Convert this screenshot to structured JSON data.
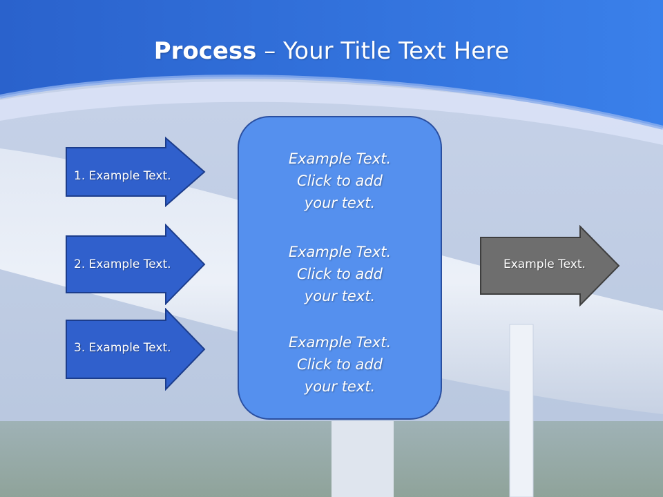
{
  "title": {
    "bold": "Process",
    "rest": " – Your Title Text Here"
  },
  "left_arrows": [
    {
      "label": "1. Example Text."
    },
    {
      "label": "2. Example Text."
    },
    {
      "label": "3. Example Text."
    }
  ],
  "center_box": {
    "blocks": [
      {
        "lines": [
          "Example Text.",
          "Click  to add",
          "your text."
        ]
      },
      {
        "lines": [
          "Example Text.",
          "Click  to add",
          "your text."
        ]
      },
      {
        "lines": [
          "Example Text.",
          "Click  to add",
          "your text."
        ]
      }
    ]
  },
  "right_arrow": {
    "label": "Example Text."
  },
  "colors": {
    "header_blue": "#2e6ad6",
    "arrow_blue": "#3060cc",
    "arrow_border": "#1c3d8c",
    "box_blue": "#5590ee",
    "gray_arrow": "#6e6e6e"
  }
}
